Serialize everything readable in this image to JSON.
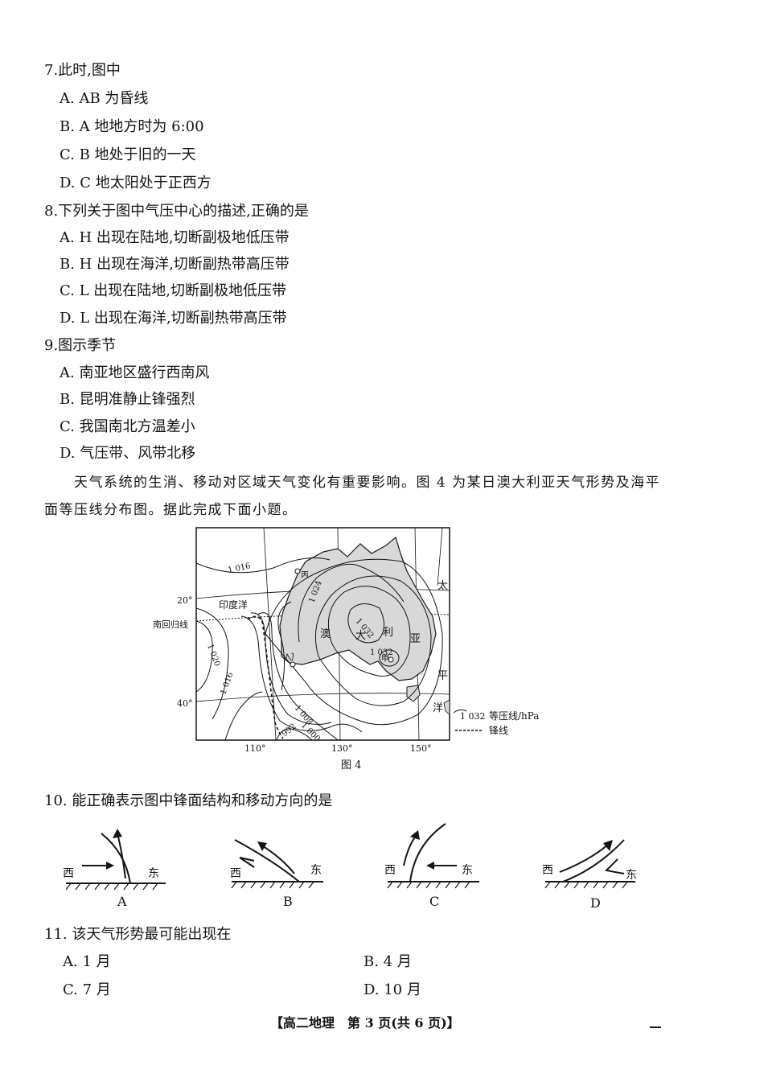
{
  "questions": {
    "q7": {
      "stem": "7.此时,图中",
      "options": [
        "A. AB 为昏线",
        "B. A 地地方时为 6:00",
        "C. B 地处于旧的一天",
        "D. C 地太阳处于正西方"
      ]
    },
    "q8": {
      "stem": "8.下列关于图中气压中心的描述,正确的是",
      "options": [
        "A. H 出现在陆地,切断副极地低压带",
        "B. H 出现在海洋,切断副热带高压带",
        "C. L 出现在陆地,切断副极地低压带",
        "D. L 出现在海洋,切断副热带高压带"
      ]
    },
    "q9": {
      "stem": "9.图示季节",
      "options": [
        "A. 南亚地区盛行西南风",
        "B. 昆明准静止锋强烈",
        "C. 我国南北方温差小",
        "D. 气压带、风带北移"
      ]
    },
    "intro": {
      "line1": "天气系统的生消、移动对区域天气变化有重要影响。图 4 为某日澳大利亚天气形势及海平",
      "line2": "面等压线分布图。据此完成下面小题。"
    },
    "q10": {
      "stem": "10. 能正确表示图中锋面结构和移动方向的是",
      "option_labels": [
        "A",
        "B",
        "C",
        "D"
      ],
      "west": "西",
      "east": "东"
    },
    "q11": {
      "stem": "11. 该天气形势最可能出现在",
      "options": [
        "A. 1 月",
        "B. 4 月",
        "C. 7 月",
        "D. 10 月"
      ]
    }
  },
  "figure4": {
    "caption": "图 4",
    "lat_labels": [
      "20°",
      "40°"
    ],
    "lon_labels": [
      "110°",
      "130°",
      "150°"
    ],
    "tropic_label": "南回归线",
    "place_labels": {
      "indian_ocean": "印度洋",
      "bing": "丙",
      "yi": "乙",
      "jia": "甲",
      "ao": "澳",
      "da": "大",
      "li": "利",
      "ya": "亚",
      "tai": "太",
      "ping": "平",
      "yang": "洋"
    },
    "isobar_values": [
      "1 016",
      "1 024",
      "1 032",
      "1 032",
      "1 020",
      "1 016",
      "1 008",
      "1 000",
      "992"
    ],
    "legend": {
      "isobar_sample": "1 032",
      "isobar_text": "等压线/hPa",
      "front_text": "锋线"
    }
  },
  "footer": "【高二地理　第 3 页(共 6 页)】"
}
